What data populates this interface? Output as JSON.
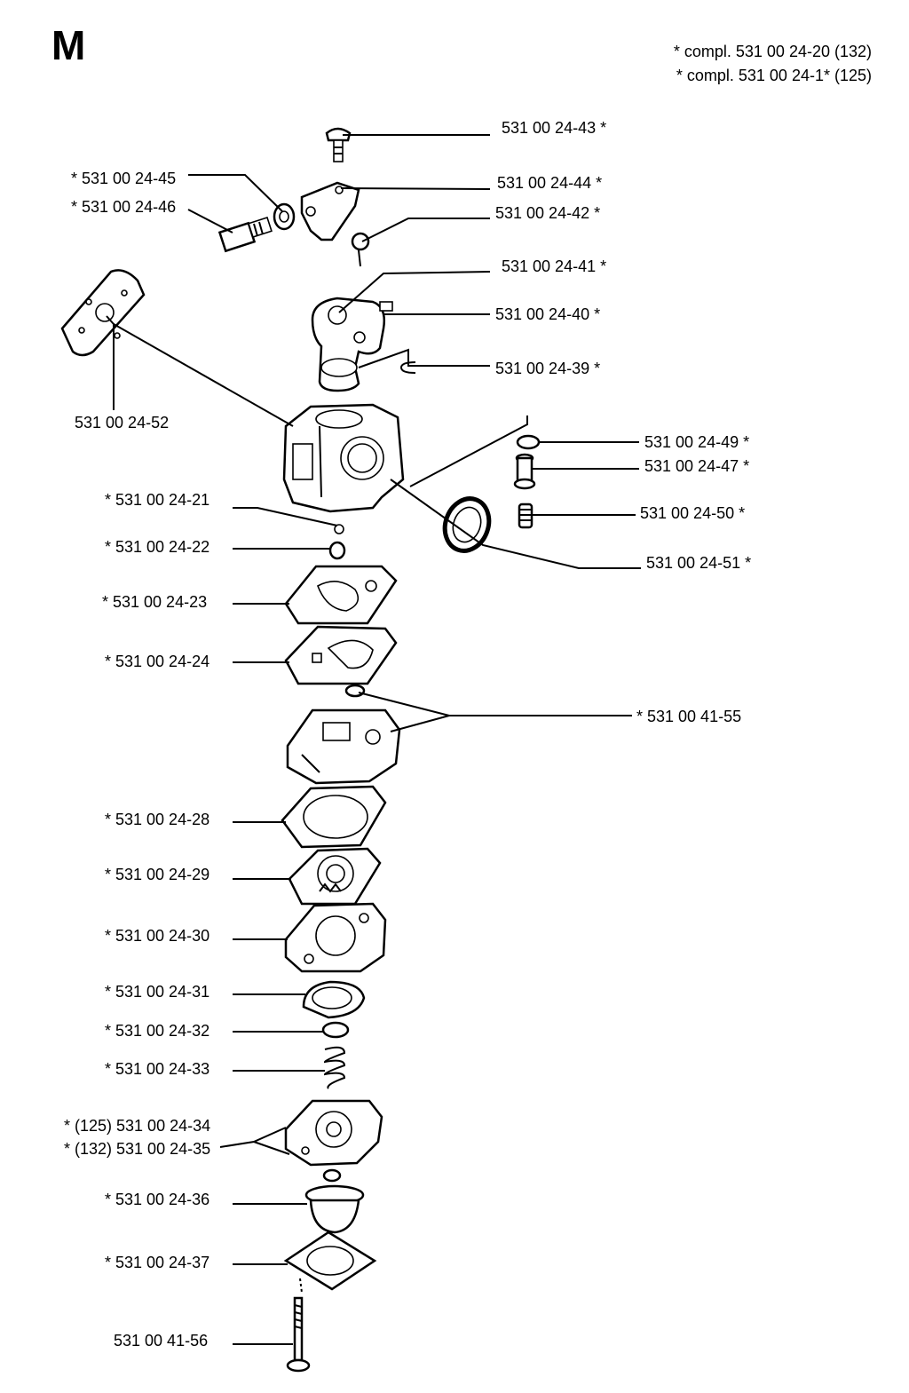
{
  "section_letter": "M",
  "notes": [
    "* compl. 531 00 24-20 (132)",
    "* compl. 531 00 24-1* (125)"
  ],
  "labels": {
    "p43": "531 00 24-43  *",
    "p45": "*  531 00 24-45",
    "p44": "531 00 24-44  *",
    "p46": "*  531 00 24-46",
    "p42": "531 00 24-42  *",
    "p41": "531 00 24-41  *",
    "p40": "531 00 24-40  *",
    "p39": "531 00 24-39  *",
    "p52": "531 00 24-52",
    "p49": "531 00 24-49  *",
    "p47": "531 00 24-47  *",
    "p21": "*  531 00 24-21",
    "p50": "531 00 24-50  *",
    "p22": "*  531 00 24-22",
    "p51": "531 00 24-51  *",
    "p23": "*  531 00 24-23",
    "p24": "*  531 00 24-24",
    "p4155": "*  531 00 41-55",
    "p28": "*  531 00 24-28",
    "p29": "*  531 00 24-29",
    "p30": "*  531 00 24-30",
    "p31": "*  531 00 24-31",
    "p32": "*  531 00 24-32",
    "p33": "*  531 00 24-33",
    "p34": "*  (125) 531 00 24-34",
    "p35": "*  (132) 531 00 24-35",
    "p36": "*  531 00 24-36",
    "p37": "*  531 00 24-37",
    "p4156": "531 00 41-56"
  }
}
